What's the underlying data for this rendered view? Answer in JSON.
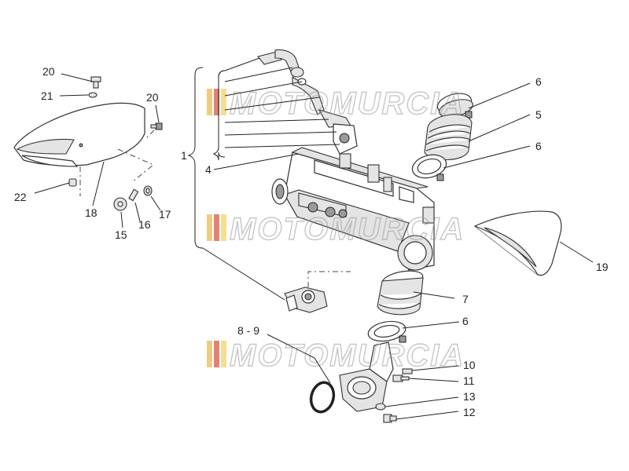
{
  "watermark": {
    "text": "MOTOMURCIA",
    "stripe_colors": [
      "#e8b84a",
      "#d94b3b",
      "#f0d060",
      "#bfbfbf"
    ]
  },
  "callouts": {
    "c1": "1",
    "c4": "4",
    "c5": "5",
    "c6a": "6",
    "c6b": "6",
    "c6c": "6",
    "c7": "7",
    "c8_9": "8 - 9",
    "c10": "10",
    "c11": "11",
    "c12": "12",
    "c13": "13",
    "c15": "15",
    "c16": "16",
    "c17": "17",
    "c18": "18",
    "c19": "19",
    "c20a": "20",
    "c20b": "20",
    "c21": "21",
    "c22": "22"
  },
  "colors": {
    "line": "#222222",
    "part_fill": "#ffffff",
    "shade": "#e4e4e4",
    "watermark_outline": "#9a9a9a"
  }
}
